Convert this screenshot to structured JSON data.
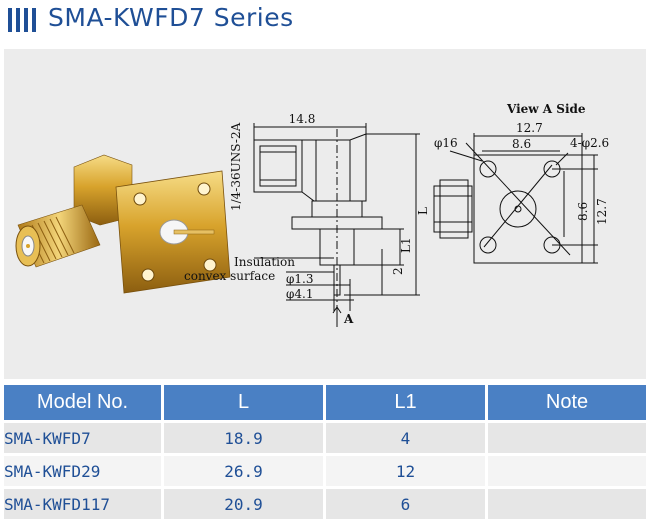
{
  "header": {
    "title": "SMA-KWFD7 Series"
  },
  "drawing": {
    "dims": {
      "width": "14.8",
      "thread": "1/4-36UNS-2A",
      "length": "L",
      "l1": "L1",
      "two": "2",
      "insulation": "Insulation",
      "convex": "convex surface",
      "phi13": "φ1.3",
      "phi41": "φ4.1",
      "view_a": "A",
      "view_title": "View A Side",
      "w127": "12.7",
      "w86": "8.6",
      "phi16": "φ16",
      "holes": "4-φ2.6",
      "h86": "8.6",
      "h127": "12.7"
    }
  },
  "table": {
    "headers": [
      "Model No.",
      "L",
      "L1",
      "Note"
    ],
    "rows": [
      {
        "model": "SMA-KWFD7",
        "l": "18.9",
        "l1": "4",
        "note": ""
      },
      {
        "model": "SMA-KWFD29",
        "l": "26.9",
        "l1": "12",
        "note": ""
      },
      {
        "model": "SMA-KWFD117",
        "l": "20.9",
        "l1": "6",
        "note": ""
      }
    ]
  },
  "colors": {
    "title": "#1f4f96",
    "header_bg": "#4a80c4",
    "gold": "#d8a32c"
  }
}
